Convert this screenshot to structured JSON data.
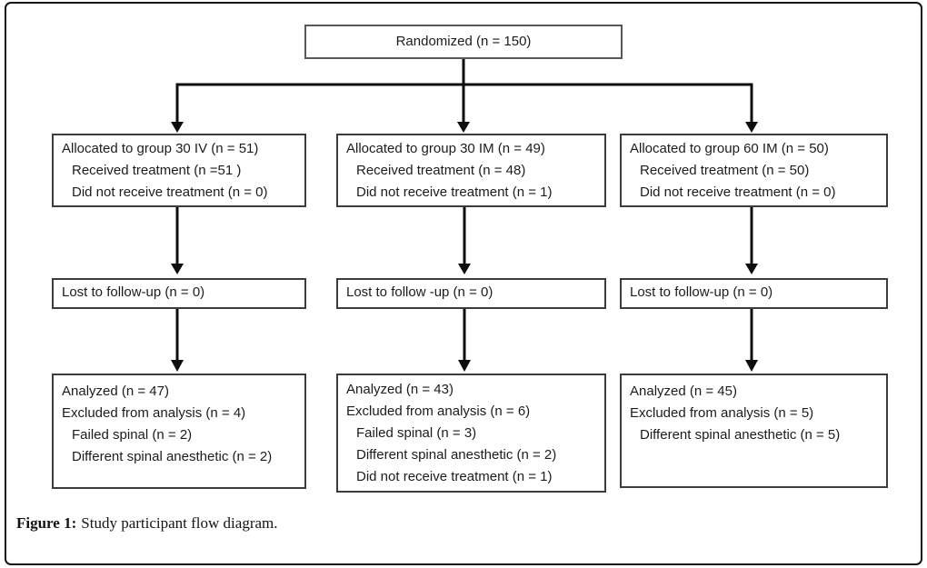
{
  "figure": {
    "randomized": {
      "label": "Randomized (n = 150)"
    },
    "columns": [
      {
        "id": "group-30-iv",
        "allocated": [
          "Allocated to group 30 IV (n = 51)",
          "Received treatment (n =51 )",
          "Did not receive treatment (n = 0)"
        ],
        "followup": "Lost to follow-up (n = 0)",
        "analyzed": [
          "Analyzed (n = 47)",
          "Excluded from analysis (n = 4)",
          "Failed spinal (n = 2)",
          "Different spinal anesthetic (n = 2)"
        ]
      },
      {
        "id": "group-30-im",
        "allocated": [
          "Allocated to group 30 IM (n = 49)",
          "Received treatment (n = 48)",
          "Did not receive treatment (n = 1)"
        ],
        "followup": "Lost to follow -up (n = 0)",
        "analyzed": [
          "Analyzed (n = 43)",
          "Excluded from analysis (n = 6)",
          "Failed spinal (n = 3)",
          "Different spinal anesthetic (n = 2)",
          "Did not receive treatment (n = 1)"
        ]
      },
      {
        "id": "group-60-im",
        "allocated": [
          "Allocated to group 60 IM (n = 50)",
          "Received treatment (n = 50)",
          "Did not receive treatment (n = 0)"
        ],
        "followup": "Lost to follow-up (n = 0)",
        "analyzed": [
          "Analyzed (n = 45)",
          "Excluded from analysis (n = 5)",
          "Different spinal anesthetic (n = 5)"
        ]
      }
    ]
  },
  "caption": {
    "prefix": "Figure 1:",
    "text": "Study participant flow diagram."
  },
  "colors": {
    "arrow": "#0e0e0e",
    "box_border": "#3c3c3c",
    "top_box_border": "#575757",
    "text": "#1c1c1c",
    "background": "#ffffff"
  }
}
